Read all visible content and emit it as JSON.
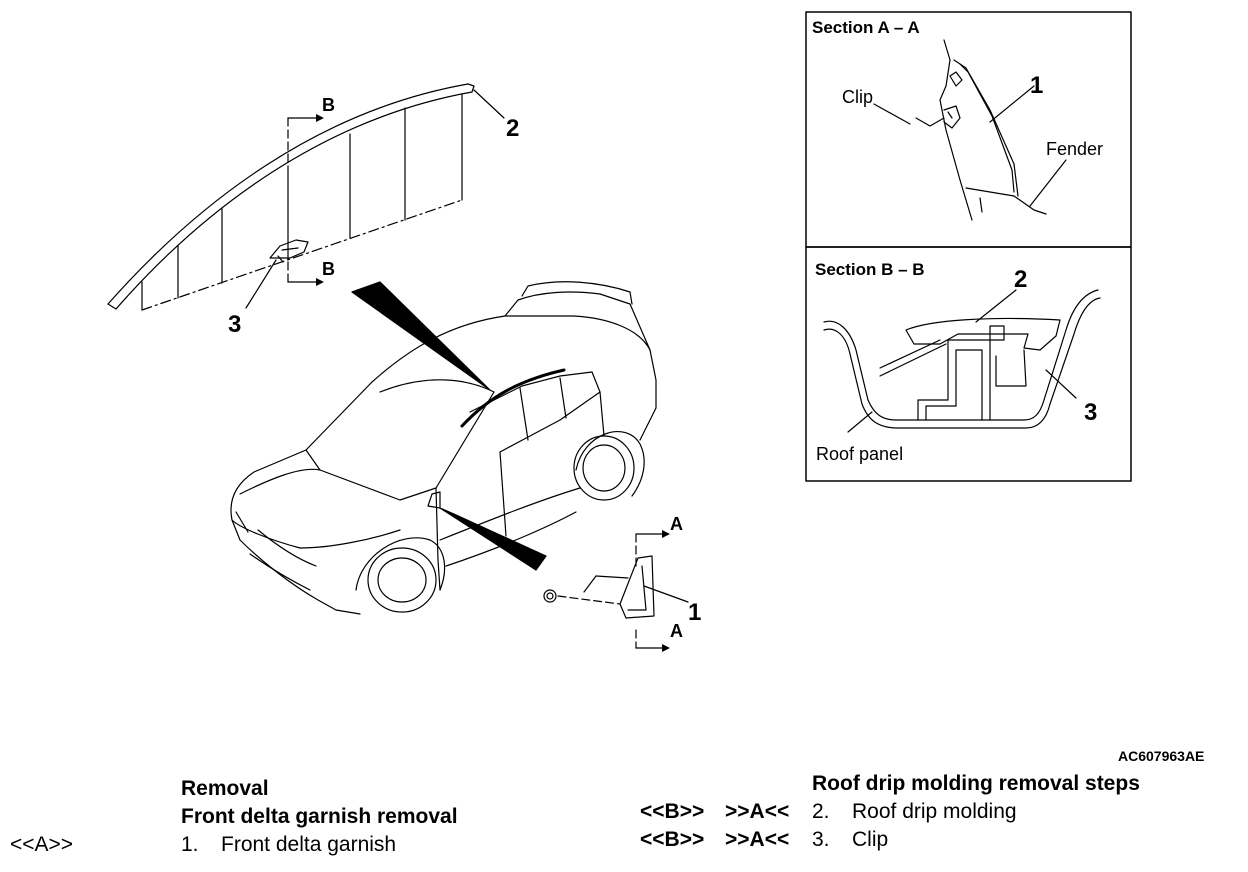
{
  "figure_id": "AC607963AE",
  "callouts": {
    "n1": "1",
    "n2": "2",
    "n3": "3",
    "sec_a": "A",
    "sec_b": "B"
  },
  "section_a": {
    "title": "Section A – A",
    "clip": "Clip",
    "fender": "Fender",
    "n1": "1"
  },
  "section_b": {
    "title": "Section B – B",
    "roof_panel": "Roof panel",
    "n2": "2",
    "n3": "3"
  },
  "removal": {
    "heading": "Removal",
    "subheading": "Front delta garnish removal",
    "mark": "<<A>>",
    "step_num": "1.",
    "step_text": "Front delta garnish"
  },
  "roof_drip": {
    "heading": "Roof drip molding removal steps",
    "rows": [
      {
        "mark_b": "<<B>>",
        "mark_a": ">>A<<",
        "num": "2.",
        "text": "Roof drip molding"
      },
      {
        "mark_b": "<<B>>",
        "mark_a": ">>A<<",
        "num": "3.",
        "text": "Clip"
      }
    ]
  }
}
